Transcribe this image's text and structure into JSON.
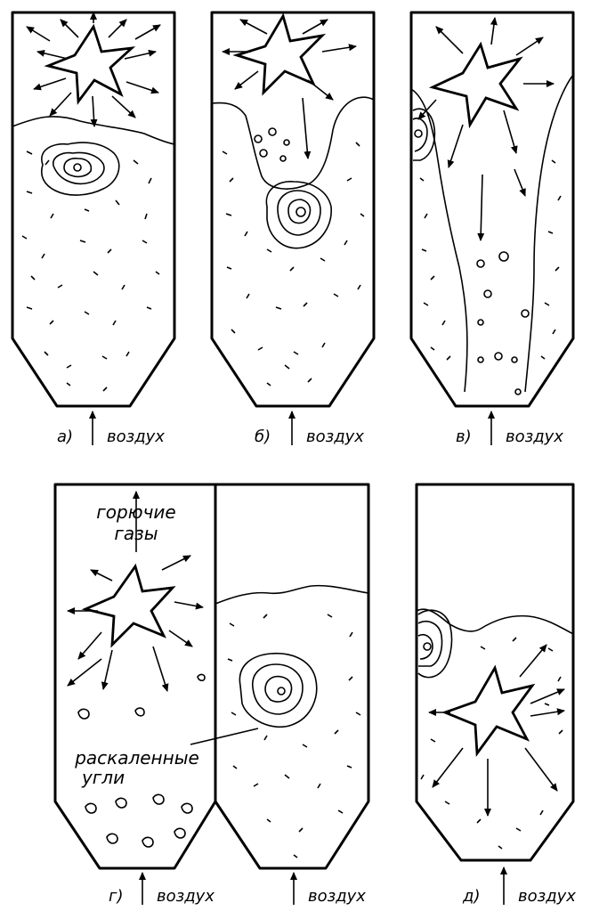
{
  "panels": {
    "a": {
      "letter": "а)",
      "air": "воздух"
    },
    "b": {
      "letter": "б)",
      "air": "воздух"
    },
    "v": {
      "letter": "в)",
      "air": "воздух"
    },
    "g": {
      "letter": "г)",
      "air": "воздух",
      "air_right": "воздух"
    },
    "d": {
      "letter": "д)",
      "air": "воздух"
    }
  },
  "labels": {
    "gases_line1": "горючие",
    "gases_line2": "газы",
    "coals_line1": "раскаленные",
    "coals_line2": "угли"
  }
}
